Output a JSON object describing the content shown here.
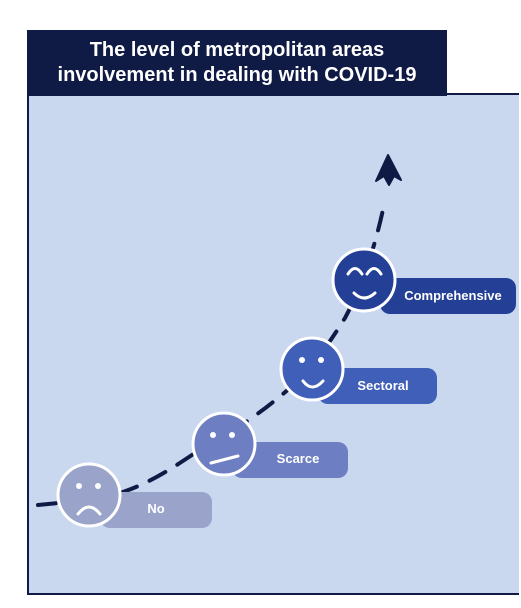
{
  "title": {
    "line1": "The level of metropolitan areas",
    "line2": "involvement in dealing with COVID-19"
  },
  "levels": [
    {
      "label": "No",
      "face": "sad",
      "color": "#9aa3c9"
    },
    {
      "label": "Scarce",
      "face": "unsure",
      "color": "#6d7fc2"
    },
    {
      "label": "Sectoral",
      "face": "smile",
      "color": "#3f5fb8"
    },
    {
      "label": "Comprehensive",
      "face": "happy",
      "color": "#243f96"
    }
  ],
  "colors": {
    "navy": "#0f1a45",
    "panel": "#c9d8ef"
  }
}
